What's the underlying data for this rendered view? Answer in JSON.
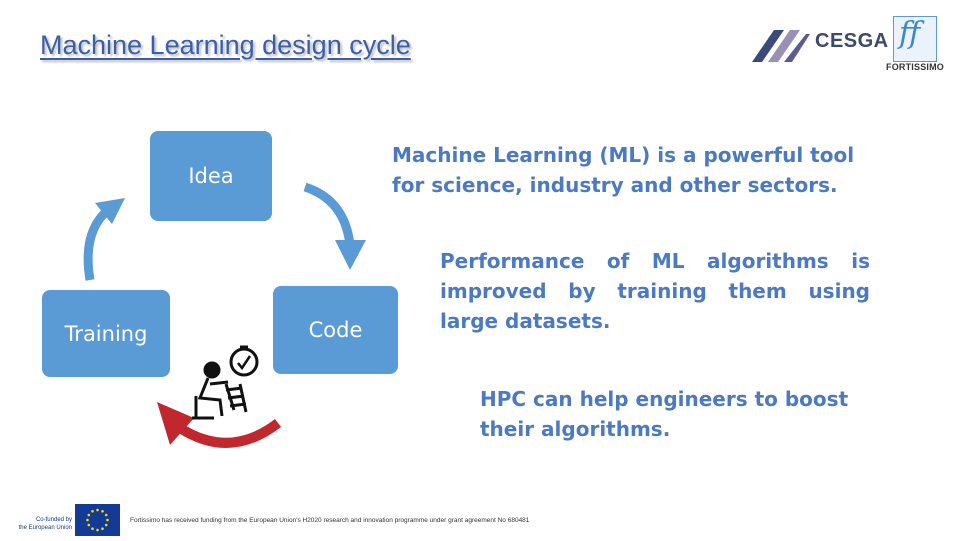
{
  "title": "Machine Learning design cycle",
  "logos": {
    "cesga": "CESGA",
    "fortissimo_mark": "ff",
    "fortissimo": "FORTISSIMO"
  },
  "cycle": {
    "idea": "Idea",
    "code": "Code",
    "training": "Training"
  },
  "text": {
    "p1": "Machine Learning (ML) is a powerful tool for science, industry and other sectors.",
    "p2": "Performance of ML algorithms is improved by training them using large datasets.",
    "p3": "HPC can help engineers to boost their algorithms."
  },
  "footer": {
    "eu_label_line1": "Co-funded by",
    "eu_label_line2": "the European Union",
    "funding": "Fortissimo has received funding from the European Union's H2020 research and innovation programme under grant agreement No 680481"
  },
  "colors": {
    "box": "#5b9bd5",
    "text_blue": "#4b79c4",
    "arrow_red": "#c0282d",
    "title": "#3a5fa8"
  },
  "icons": [
    "engineer-at-desk-icon",
    "clock-icon",
    "cycle-arrow-icon"
  ]
}
